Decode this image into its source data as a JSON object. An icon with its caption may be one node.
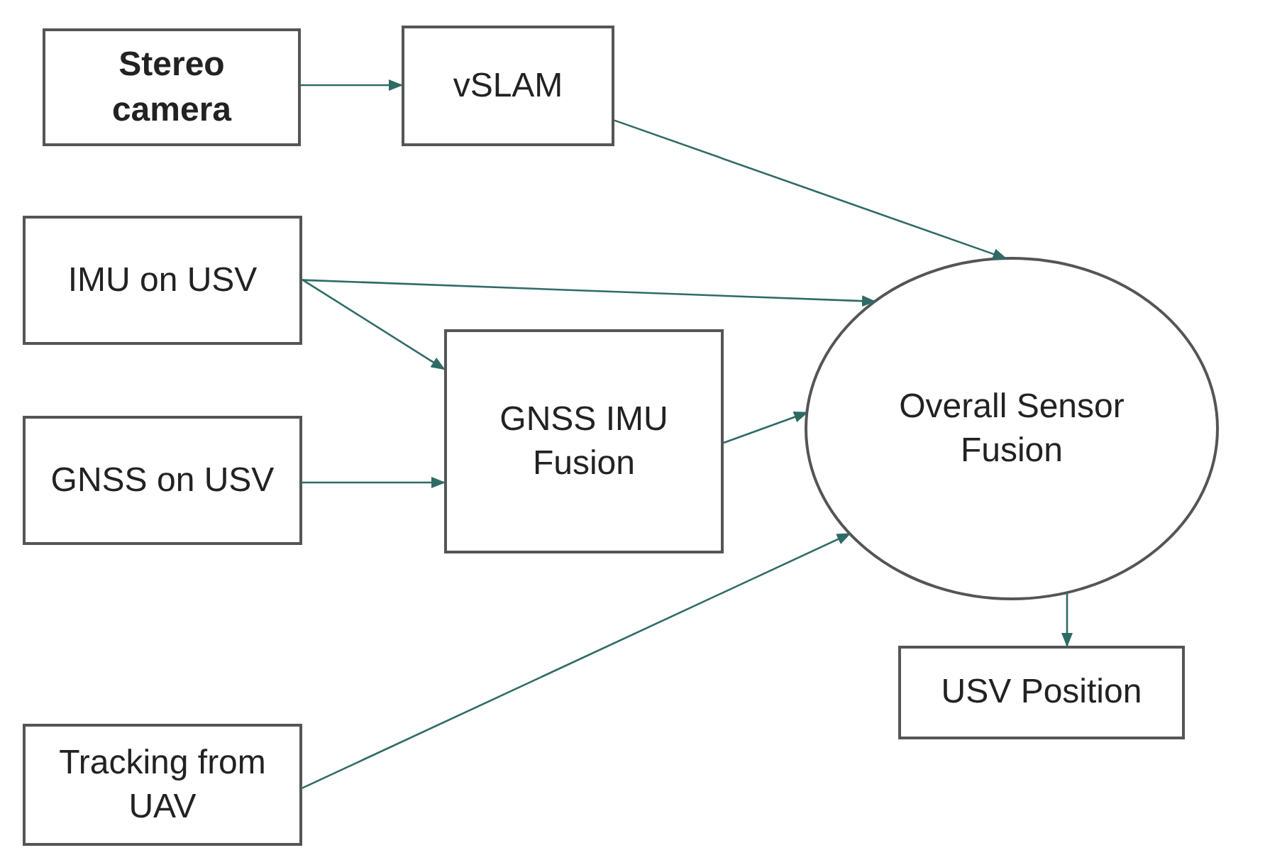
{
  "diagram": {
    "nodes": [
      {
        "text": [
          "Stereo camera"
        ]
      },
      {
        "text": [
          "vSLAM"
        ]
      },
      {
        "text": [
          "IMU on USV"
        ]
      },
      {
        "text": [
          "GNSS on USV"
        ]
      },
      {
        "text": [
          "GNSS IMU Fusion"
        ]
      },
      {
        "text": [
          "Overall Sensor Fusion"
        ]
      },
      {
        "text": [
          "USV Position"
        ]
      },
      {
        "text": [
          "Tracking from UAV"
        ]
      }
    ],
    "edges": [
      {
        "from": 0,
        "to": 1,
        "arrow": "to"
      },
      {
        "from": 1,
        "to": 5,
        "arrow": "to"
      },
      {
        "from": 2,
        "to": 5,
        "arrow": "to"
      },
      {
        "from": 2,
        "to": 4,
        "arrow": "to"
      },
      {
        "from": 3,
        "to": 4,
        "arrow": "to"
      },
      {
        "from": 4,
        "to": 5,
        "arrow": "to"
      },
      {
        "from": 7,
        "to": 5,
        "arrow": "to"
      },
      {
        "from": 5,
        "to": 6,
        "arrow": "to"
      }
    ]
  }
}
